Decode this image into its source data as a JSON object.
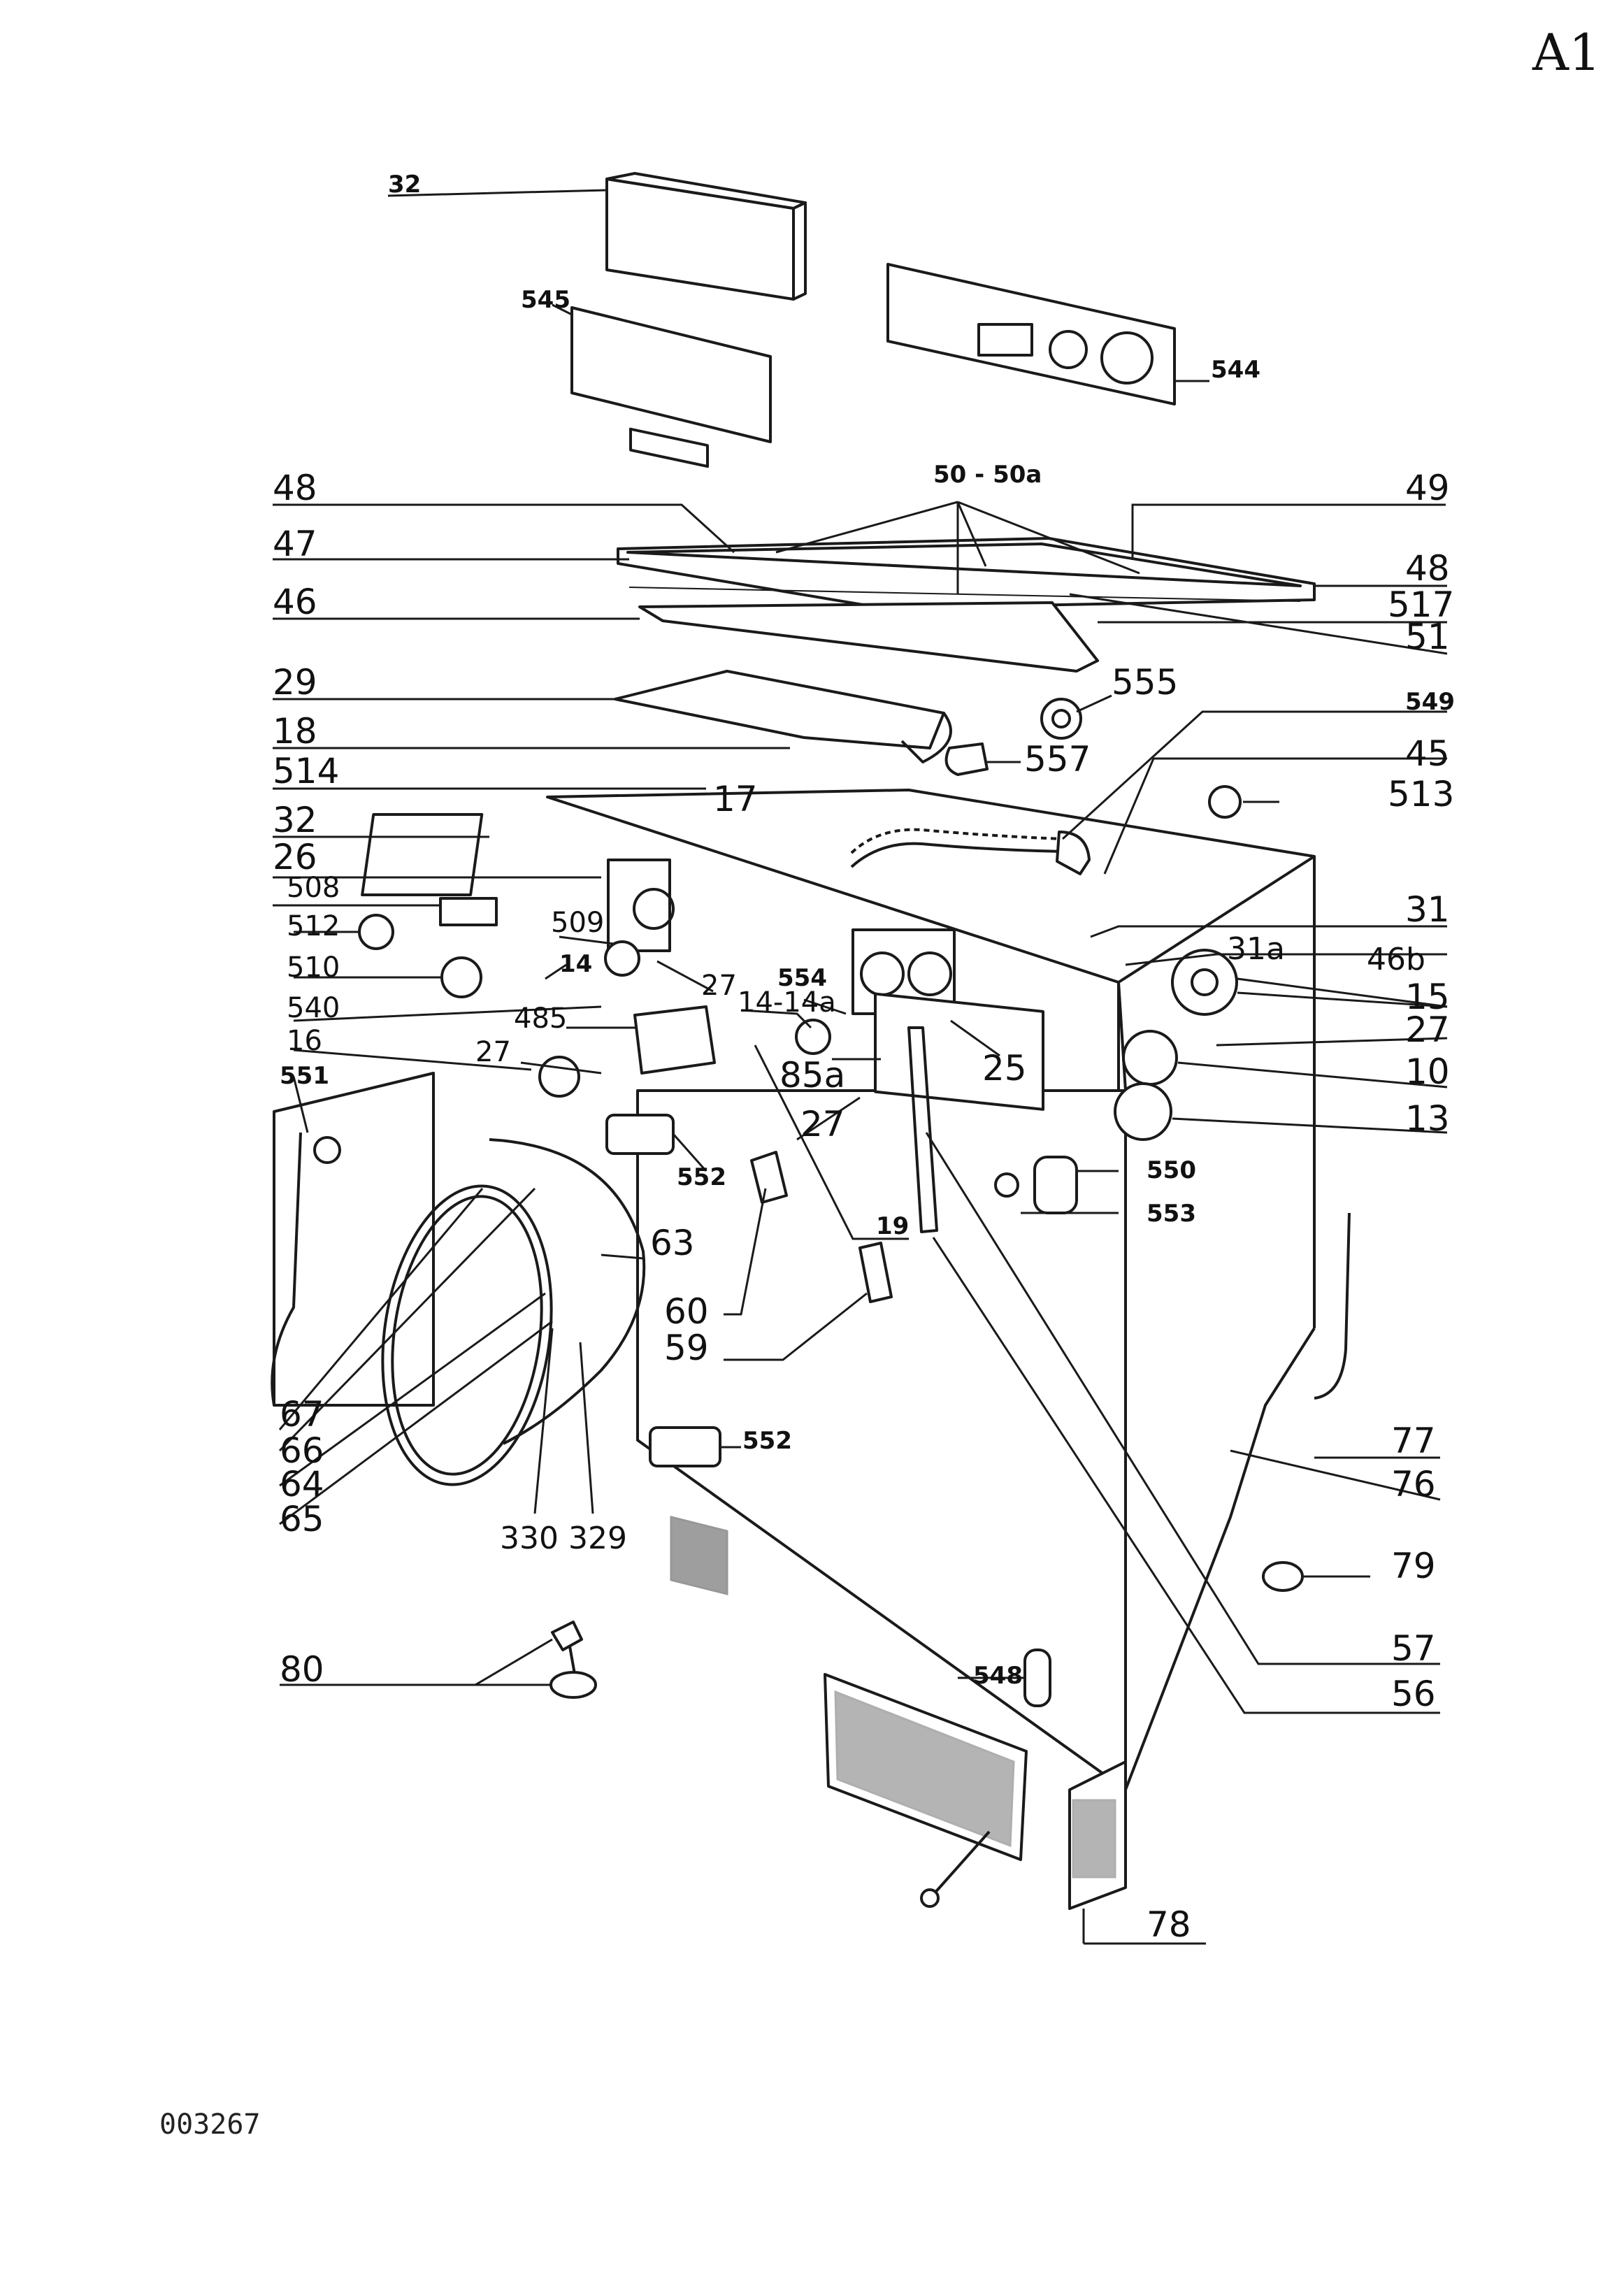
{
  "sheet": {
    "id": "A1",
    "drawing_number": "003267"
  },
  "callouts": {
    "c32a": "32",
    "c545": "545",
    "c544": "544",
    "c48a": "48",
    "c50": "50 - 50a",
    "c49": "49",
    "c47": "47",
    "c48b": "48",
    "c46": "46",
    "c517": "517",
    "c51": "51",
    "c29": "29",
    "c555": "555",
    "c18": "18",
    "c557": "557",
    "c549": "549",
    "c514": "514",
    "c17": "17",
    "c45": "45",
    "c32b": "32",
    "c513": "513",
    "c26": "26",
    "c508": "508",
    "c31": "31",
    "c512": "512",
    "c509": "509",
    "c31a": "31a",
    "c510": "510",
    "c14": "14",
    "c46b": "46b",
    "c27a": "27",
    "c554": "554",
    "c15": "15",
    "c540": "540",
    "c14a": "14-14a",
    "c27b": "27",
    "c485": "485",
    "c16": "16",
    "c27c": "27",
    "c85a": "85a",
    "c25": "25",
    "c10": "10",
    "c13": "13",
    "c27d": "27",
    "c551": "551",
    "c550": "550",
    "c552a": "552",
    "c553": "553",
    "c63": "63",
    "c19": "19",
    "c60": "60",
    "c59": "59",
    "c67": "67",
    "c66": "66",
    "c64": "64",
    "c65": "65",
    "c552b": "552",
    "c77": "77",
    "c76": "76",
    "c330": "330",
    "c329": "329",
    "c79": "79",
    "c80": "80",
    "c548": "548",
    "c57": "57",
    "c56": "56",
    "c78": "78"
  },
  "icons": {
    "cabinet": "cabinet-icon",
    "door": "porthole-door-icon",
    "knob": "knob-icon",
    "panel": "panel-icon",
    "foot": "adjustable-foot-icon"
  }
}
